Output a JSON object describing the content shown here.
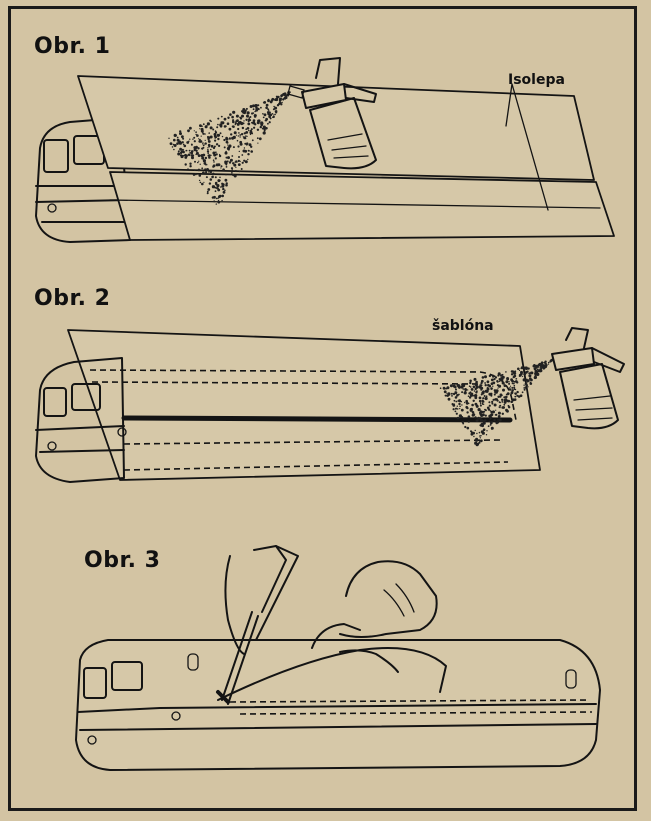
{
  "panels": [
    {
      "title": "Obr. 1",
      "label": "Isolepa"
    },
    {
      "title": "Obr. 2",
      "label": "šablóna"
    },
    {
      "title": "Obr. 3"
    }
  ]
}
